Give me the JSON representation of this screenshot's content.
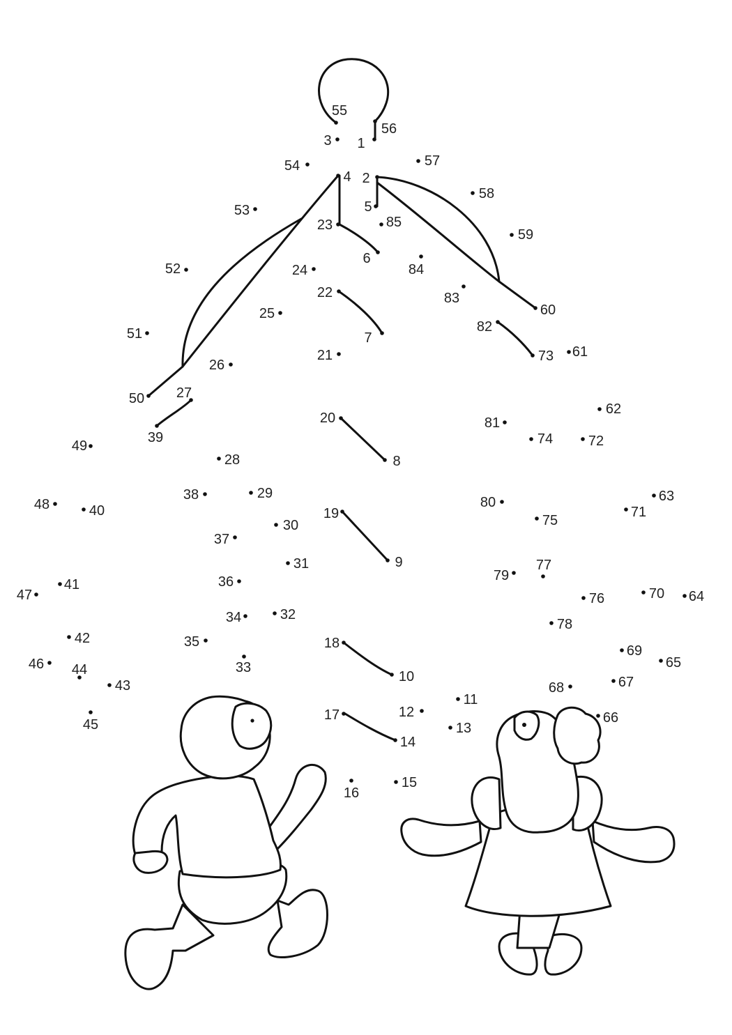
{
  "worksheet": {
    "points": [
      {
        "n": "1"
      },
      {
        "n": "2"
      },
      {
        "n": "3"
      },
      {
        "n": "4"
      },
      {
        "n": "5"
      },
      {
        "n": "6"
      },
      {
        "n": "7"
      },
      {
        "n": "8"
      },
      {
        "n": "9"
      },
      {
        "n": "10"
      },
      {
        "n": "11"
      },
      {
        "n": "12"
      },
      {
        "n": "13"
      },
      {
        "n": "14"
      },
      {
        "n": "15"
      },
      {
        "n": "16"
      },
      {
        "n": "17"
      },
      {
        "n": "18"
      },
      {
        "n": "19"
      },
      {
        "n": "20"
      },
      {
        "n": "21"
      },
      {
        "n": "22"
      },
      {
        "n": "23"
      },
      {
        "n": "24"
      },
      {
        "n": "25"
      },
      {
        "n": "26"
      },
      {
        "n": "27"
      },
      {
        "n": "28"
      },
      {
        "n": "29"
      },
      {
        "n": "30"
      },
      {
        "n": "31"
      },
      {
        "n": "32"
      },
      {
        "n": "33"
      },
      {
        "n": "34"
      },
      {
        "n": "35"
      },
      {
        "n": "36"
      },
      {
        "n": "37"
      },
      {
        "n": "38"
      },
      {
        "n": "39"
      },
      {
        "n": "40"
      },
      {
        "n": "41"
      },
      {
        "n": "42"
      },
      {
        "n": "43"
      },
      {
        "n": "44"
      },
      {
        "n": "45"
      },
      {
        "n": "46"
      },
      {
        "n": "47"
      },
      {
        "n": "48"
      },
      {
        "n": "49"
      },
      {
        "n": "50"
      },
      {
        "n": "51"
      },
      {
        "n": "52"
      },
      {
        "n": "53"
      },
      {
        "n": "54"
      },
      {
        "n": "55"
      },
      {
        "n": "56"
      },
      {
        "n": "57"
      },
      {
        "n": "58"
      },
      {
        "n": "59"
      },
      {
        "n": "60"
      },
      {
        "n": "61"
      },
      {
        "n": "62"
      },
      {
        "n": "63"
      },
      {
        "n": "64"
      },
      {
        "n": "65"
      },
      {
        "n": "66"
      },
      {
        "n": "67"
      },
      {
        "n": "68"
      },
      {
        "n": "69"
      },
      {
        "n": "70"
      },
      {
        "n": "71"
      },
      {
        "n": "72"
      },
      {
        "n": "73"
      },
      {
        "n": "74"
      },
      {
        "n": "75"
      },
      {
        "n": "76"
      },
      {
        "n": "77"
      },
      {
        "n": "78"
      },
      {
        "n": "79"
      },
      {
        "n": "80"
      },
      {
        "n": "81"
      },
      {
        "n": "82"
      },
      {
        "n": "83"
      },
      {
        "n": "84"
      },
      {
        "n": "85"
      }
    ],
    "ink_color": "#111111",
    "paper_color": "#ffffff"
  }
}
